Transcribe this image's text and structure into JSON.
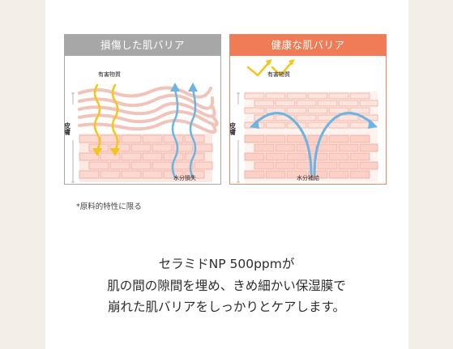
{
  "panels": {
    "damaged": {
      "header": "損傷した肌バリア",
      "label_harmful": "有害物質",
      "label_skin": "皮膚",
      "label_water": "水分損失",
      "header_color": "#a7a7a7"
    },
    "healthy": {
      "header": "健康な肌バリア",
      "label_harmful": "有害物質",
      "label_skin": "皮膚",
      "label_water": "水分補給",
      "header_color": "#ef7c56"
    }
  },
  "note": "*原料的特性に限る",
  "message": {
    "line1": "セラミドNP 500ppmが",
    "line2": "肌の間の隙間を埋め、きめ細かい保湿膜で",
    "line3": "崩れた肌バリアをしっかりとケアします。"
  },
  "colors": {
    "page_bg": "#f3eee8",
    "skin_pink": "#f7b7ac",
    "arrow_yellow": "#f5c518",
    "arrow_blue": "#6cb4e4"
  }
}
